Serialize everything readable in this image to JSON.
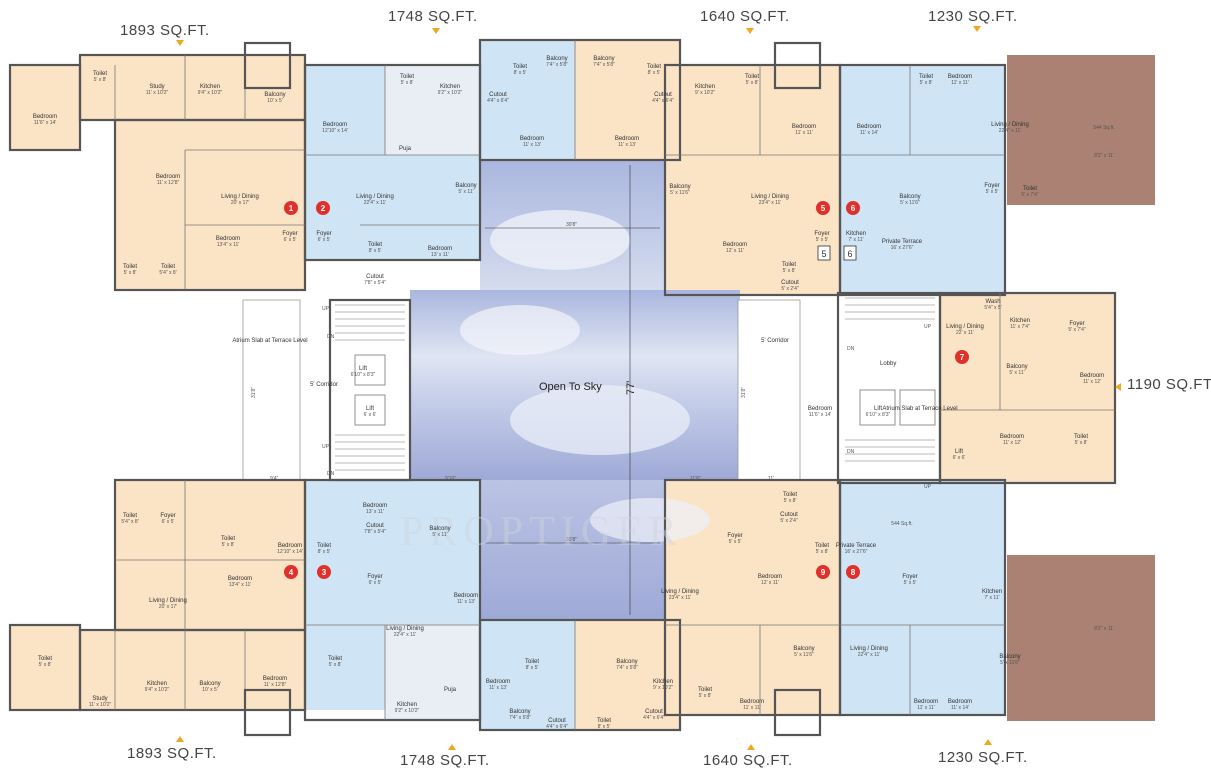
{
  "areas": {
    "t1": "1893 SQ.FT.",
    "t2": "1748 SQ.FT.",
    "t3": "1640 SQ.FT.",
    "t4": "1230 SQ.FT.",
    "right": "1190 SQ.FT.",
    "b1": "1893 SQ.FT.",
    "b2": "1748 SQ.FT.",
    "b3": "1640 SQ.FT.",
    "b4": "1230 SQ.FT."
  },
  "center": {
    "open_sky": "Open To Sky",
    "dim_h1": "30'8\"",
    "dim_h2": "30'8\"",
    "dim_v": "77'",
    "lobby": "Lobby",
    "watermark": "PROPTIGER"
  },
  "rooms": [
    {
      "name": "Bedroom",
      "size": "11'6\" x 14'"
    },
    {
      "name": "Toilet",
      "size": "5' x 8'"
    },
    {
      "name": "Study",
      "size": "11' x 10'2\""
    },
    {
      "name": "Kitchen",
      "size": "9'4\" x 10'2\""
    },
    {
      "name": "Balcony",
      "size": "10' x 5'"
    },
    {
      "name": "Bedroom",
      "size": "11' x 12'8\""
    },
    {
      "name": "Living / Dining",
      "size": "20' x 17'"
    },
    {
      "name": "Bedroom",
      "size": "13'4\" x 11'"
    },
    {
      "name": "Toilet",
      "size": "5' x 8'"
    },
    {
      "name": "Toilet",
      "size": "5'4\" x 8'"
    },
    {
      "name": "Foyer",
      "size": "6' x 5'"
    },
    {
      "name": "Bedroom",
      "size": "12'10\" x 14'"
    },
    {
      "name": "Toilet",
      "size": "5' x 8'"
    },
    {
      "name": "Kitchen",
      "size": "9'2\" x 10'2\""
    },
    {
      "name": "Puja",
      "size": ""
    },
    {
      "name": "Living / Dining",
      "size": "22'4\" x 11'"
    },
    {
      "name": "Foyer",
      "size": "6' x 5'"
    },
    {
      "name": "Toilet",
      "size": "8' x 5'"
    },
    {
      "name": "Cutout",
      "size": "7'8\" x 5'4\""
    },
    {
      "name": "Bedroom",
      "size": "13' x 11'"
    },
    {
      "name": "Balcony",
      "size": "5' x 11'"
    },
    {
      "name": "Toilet",
      "size": "8' x 5'"
    },
    {
      "name": "Balcony",
      "size": "7'4\" x 5'8\""
    },
    {
      "name": "Cutout",
      "size": "4'4\" x 6'4\""
    },
    {
      "name": "Bedroom",
      "size": "11' x 13'"
    },
    {
      "name": "Balcony",
      "size": "7'4\" x 5'8\""
    },
    {
      "name": "Toilet",
      "size": "8' x 5'"
    },
    {
      "name": "Cutout",
      "size": "4'4\" x 6'4\""
    },
    {
      "name": "Bedroom",
      "size": "11' x 13'"
    },
    {
      "name": "Kitchen",
      "size": "9' x 10'2\""
    },
    {
      "name": "Toilet",
      "size": "5' x 8'"
    },
    {
      "name": "Bedroom",
      "size": "11' x 11'"
    },
    {
      "name": "Balcony",
      "size": "5' x 11'6\""
    },
    {
      "name": "Living / Dining",
      "size": "23'4\" x 11'"
    },
    {
      "name": "Bedroom",
      "size": "12' x 11'"
    },
    {
      "name": "Foyer",
      "size": "5' x 5'"
    },
    {
      "name": "Toilet",
      "size": "5' x 8'"
    },
    {
      "name": "Cutout",
      "size": "5' x 2'4\""
    },
    {
      "name": "Toilet",
      "size": "5' x 8'"
    },
    {
      "name": "Bedroom",
      "size": "11' x 11'"
    },
    {
      "name": "Bedroom",
      "size": "11' x 14'"
    },
    {
      "name": "Living / Dining",
      "size": "22'4\" x 11'"
    },
    {
      "name": "Balcony",
      "size": "5' x 11'6\""
    },
    {
      "name": "Foyer",
      "size": "5' x 5'"
    },
    {
      "name": "Kitchen",
      "size": "7' x 11'"
    },
    {
      "name": "Private Terrace",
      "size": "16' x 27'6\""
    },
    {
      "name": "",
      "size": "544 Sq.ft."
    },
    {
      "name": "",
      "size": "8'2\" x 11'"
    },
    {
      "name": "Toilet",
      "size": "5' x 7'4\""
    },
    {
      "name": "Wash",
      "size": "5'4\" x 5'"
    },
    {
      "name": "Kitchen",
      "size": "11' x 7'4\""
    },
    {
      "name": "Foyer",
      "size": "5' x 7'4\""
    },
    {
      "name": "Living / Dining",
      "size": "22' x 11'"
    },
    {
      "name": "Balcony",
      "size": "5' x 11'"
    },
    {
      "name": "Bedroom",
      "size": "11' x 12'"
    },
    {
      "name": "Bedroom",
      "size": "11' x 12'"
    },
    {
      "name": "Toilet",
      "size": "5' x 8'"
    },
    {
      "name": "Lift",
      "size": "6' x 6'"
    },
    {
      "name": "Lift",
      "size": "6'10\" x 8'3\""
    },
    {
      "name": "Lift",
      "size": "6' x 6'"
    },
    {
      "name": "Lift",
      "size": "6'10\" x 8'3\""
    },
    {
      "name": "Atrium Slab at Terrace Level",
      "size": ""
    },
    {
      "name": "Atrium Slab at Terrace Level",
      "size": ""
    },
    {
      "name": "5' Corridor",
      "size": ""
    },
    {
      "name": "5' Corridor",
      "size": ""
    },
    {
      "name": "Bedroom",
      "size": "11'6\" x 14'"
    },
    {
      "name": "Toilet",
      "size": "5' x 8'"
    },
    {
      "name": "Study",
      "size": "11' x 10'2\""
    },
    {
      "name": "Kitchen",
      "size": "9'4\" x 10'2\""
    },
    {
      "name": "Balcony",
      "size": "10' x 5'"
    },
    {
      "name": "Bedroom",
      "size": "11' x 12'8\""
    },
    {
      "name": "Living / Dining",
      "size": "20' x 17'"
    },
    {
      "name": "Bedroom",
      "size": "13'4\" x 11'"
    },
    {
      "name": "Toilet",
      "size": "5' x 8'"
    },
    {
      "name": "Toilet",
      "size": "5'4\" x 8'"
    },
    {
      "name": "Foyer",
      "size": "6' x 5'"
    },
    {
      "name": "Bedroom",
      "size": "12'10\" x 14'"
    },
    {
      "name": "Toilet",
      "size": "5' x 8'"
    },
    {
      "name": "Kitchen",
      "size": "9'2\" x 10'2\""
    },
    {
      "name": "Puja",
      "size": ""
    },
    {
      "name": "Living / Dining",
      "size": "22'4\" x 11'"
    },
    {
      "name": "Foyer",
      "size": "6' x 5'"
    },
    {
      "name": "Toilet",
      "size": "8' x 5'"
    },
    {
      "name": "Cutout",
      "size": "7'8\" x 5'4\""
    },
    {
      "name": "Bedroom",
      "size": "13' x 11'"
    },
    {
      "name": "Balcony",
      "size": "5' x 11'"
    },
    {
      "name": "Bedroom",
      "size": "11' x 13'"
    },
    {
      "name": "Toilet",
      "size": "8' x 5'"
    },
    {
      "name": "Balcony",
      "size": "7'4\" x 5'8\""
    },
    {
      "name": "Cutout",
      "size": "4'4\" x 6'4\""
    },
    {
      "name": "Bedroom",
      "size": "11' x 13'"
    },
    {
      "name": "Balcony",
      "size": "7'4\" x 5'8\""
    },
    {
      "name": "Toilet",
      "size": "8' x 5'"
    },
    {
      "name": "Cutout",
      "size": "4'4\" x 6'4\""
    },
    {
      "name": "Kitchen",
      "size": "9' x 10'2\""
    },
    {
      "name": "Toilet",
      "size": "5' x 8'"
    },
    {
      "name": "Bedroom",
      "size": "11' x 11'"
    },
    {
      "name": "Balcony",
      "size": "5' x 11'6\""
    },
    {
      "name": "Living / Dining",
      "size": "23'4\" x 11'"
    },
    {
      "name": "Bedroom",
      "size": "12' x 11'"
    },
    {
      "name": "Foyer",
      "size": "5' x 5'"
    },
    {
      "name": "Toilet",
      "size": "5' x 8'"
    },
    {
      "name": "Cutout",
      "size": "5' x 2'4\""
    },
    {
      "name": "Toilet",
      "size": "5' x 8'"
    },
    {
      "name": "Bedroom",
      "size": "11' x 11'"
    },
    {
      "name": "Bedroom",
      "size": "11' x 14'"
    },
    {
      "name": "Living / Dining",
      "size": "22'4\" x 11'"
    },
    {
      "name": "Balcony",
      "size": "5' x 11'6\""
    },
    {
      "name": "Foyer",
      "size": "5' x 5'"
    },
    {
      "name": "Kitchen",
      "size": "7' x 11'"
    },
    {
      "name": "Private Terrace",
      "size": "16' x 27'6\""
    },
    {
      "name": "",
      "size": "544 Sq.ft."
    },
    {
      "name": "",
      "size": "8'2\" x 11'"
    }
  ],
  "misc_dims": [
    "31'8\"",
    "31'8\"",
    "9'4\"",
    "9'10\"",
    "11'8\"",
    "11'"
  ],
  "unit_numbers": [
    "1",
    "2",
    "3",
    "4",
    "5",
    "6",
    "7",
    "8",
    "9"
  ],
  "stair_labels": [
    "UP",
    "DN",
    "UP",
    "DN",
    "UP",
    "DN",
    "UP",
    "DN"
  ],
  "side_labels": [
    "5",
    "6"
  ],
  "colors": {
    "orange": "#fbe3c6",
    "blue": "#cfe4f4",
    "terrace": "#9c6b5a",
    "marker": "#e0302a",
    "arrow": "#f0a820"
  }
}
